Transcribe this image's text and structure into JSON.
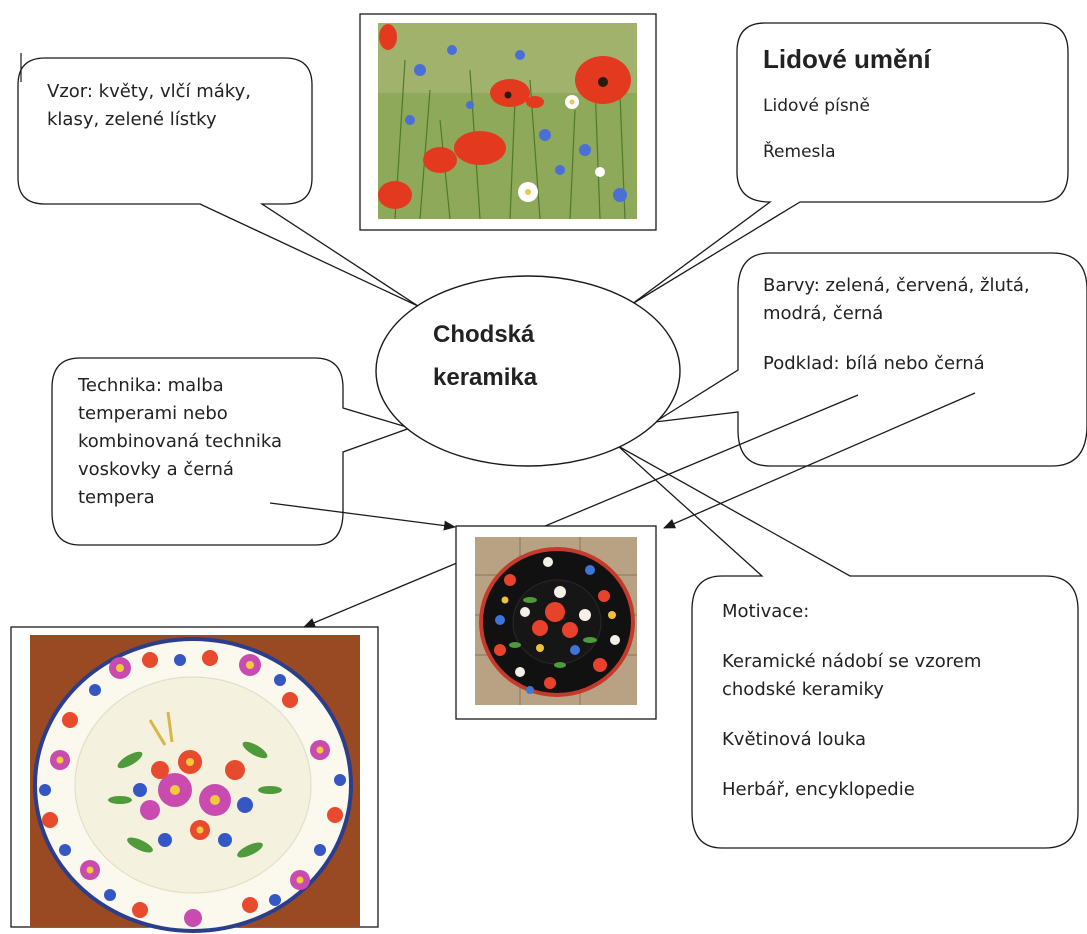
{
  "center": {
    "line1": "Chodská",
    "line2": "keramika"
  },
  "callouts": {
    "pattern": [
      "Vzor: květy, vlčí máky,",
      "klasy, zelené lístky"
    ],
    "folk_art": {
      "title": "Lidové umění",
      "items": [
        "Lidové písně",
        "Řemesla"
      ]
    },
    "colors": {
      "lines": [
        "Barvy: zelená, červená,  žlutá,",
        "modrá, černá"
      ],
      "base": "Podklad: bílá nebo černá"
    },
    "technique": [
      "Technika: malba",
      "temperami nebo",
      "kombinovaná technika",
      "voskovky a černá",
      "tempera"
    ],
    "motivation": {
      "title": "Motivace:",
      "item1": [
        "Keramické nádobí se vzorem",
        "chodské keramiky"
      ],
      "item2": "Květinová louka",
      "item3": "Herbář, encyklopedie"
    }
  },
  "palette": {
    "line": "#1a1a1a",
    "poppy": "#e33a1f",
    "cornflower": "#4a6fd6",
    "meadow": "#6b9a3c",
    "plate_black": "#111111",
    "plate_white": "#fbf8ee",
    "wood": "#9a4a22"
  }
}
